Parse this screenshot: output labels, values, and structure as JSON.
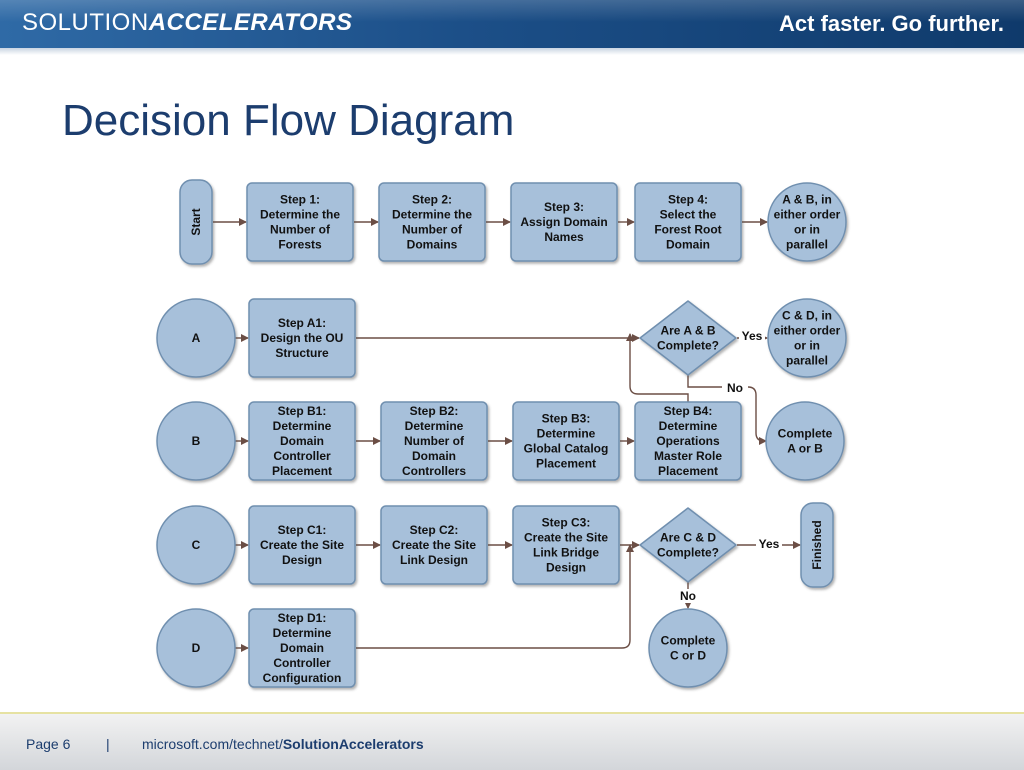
{
  "header": {
    "brand_light": "SOLUTION",
    "brand_bold": "ACCELERATORS",
    "tagline": "Act faster. Go further."
  },
  "slide_title": "Decision Flow Diagram",
  "colors": {
    "node_fill": "#a7c0da",
    "node_stroke": "#6f8faf",
    "arrow": "#6b4e45",
    "title": "#1c3d6e"
  },
  "nodes": {
    "start": [
      "Start"
    ],
    "step1": [
      "Step 1:",
      "Determine the",
      "Number of",
      "Forests"
    ],
    "step2": [
      "Step 2:",
      "Determine the",
      "Number of",
      "Domains"
    ],
    "step3": [
      "Step 3:",
      "Assign Domain",
      "Names"
    ],
    "step4": [
      "Step 4:",
      "Select the",
      "Forest Root",
      "Domain"
    ],
    "ab_parallel": [
      "A & B, in",
      "either order",
      "or in",
      "parallel"
    ],
    "a": [
      "A"
    ],
    "stepA1": [
      "Step A1:",
      "Design the OU",
      "Structure"
    ],
    "ab_decision": [
      "Are A & B",
      "Complete?"
    ],
    "cd_parallel": [
      "C & D, in",
      "either order",
      "or in",
      "parallel"
    ],
    "b": [
      "B"
    ],
    "stepB1": [
      "Step B1:",
      "Determine",
      "Domain",
      "Controller",
      "Placement"
    ],
    "stepB2": [
      "Step B2:",
      "Determine",
      "Number of",
      "Domain",
      "Controllers"
    ],
    "stepB3": [
      "Step B3:",
      "Determine",
      "Global Catalog",
      "Placement"
    ],
    "stepB4": [
      "Step B4:",
      "Determine",
      "Operations",
      "Master Role",
      "Placement"
    ],
    "complete_ab": [
      "Complete",
      "A or B"
    ],
    "c": [
      "C"
    ],
    "stepC1": [
      "Step C1:",
      "Create the Site",
      "Design"
    ],
    "stepC2": [
      "Step C2:",
      "Create the Site",
      "Link Design"
    ],
    "stepC3": [
      "Step C3:",
      "Create the Site",
      "Link Bridge",
      "Design"
    ],
    "cd_decision": [
      "Are C & D",
      "Complete?"
    ],
    "finished": [
      "Finished"
    ],
    "d": [
      "D"
    ],
    "stepD1": [
      "Step D1:",
      "Determine",
      "Domain",
      "Controller",
      "Configuration"
    ],
    "complete_cd": [
      "Complete",
      "C or D"
    ]
  },
  "edge_labels": {
    "ab_yes": "Yes",
    "ab_no": "No",
    "cd_yes": "Yes",
    "cd_no": "No"
  },
  "footer": {
    "page": "Page 6",
    "separator": "|",
    "url_prefix": "microsoft.com/technet/",
    "url_bold": "SolutionAccelerators"
  }
}
